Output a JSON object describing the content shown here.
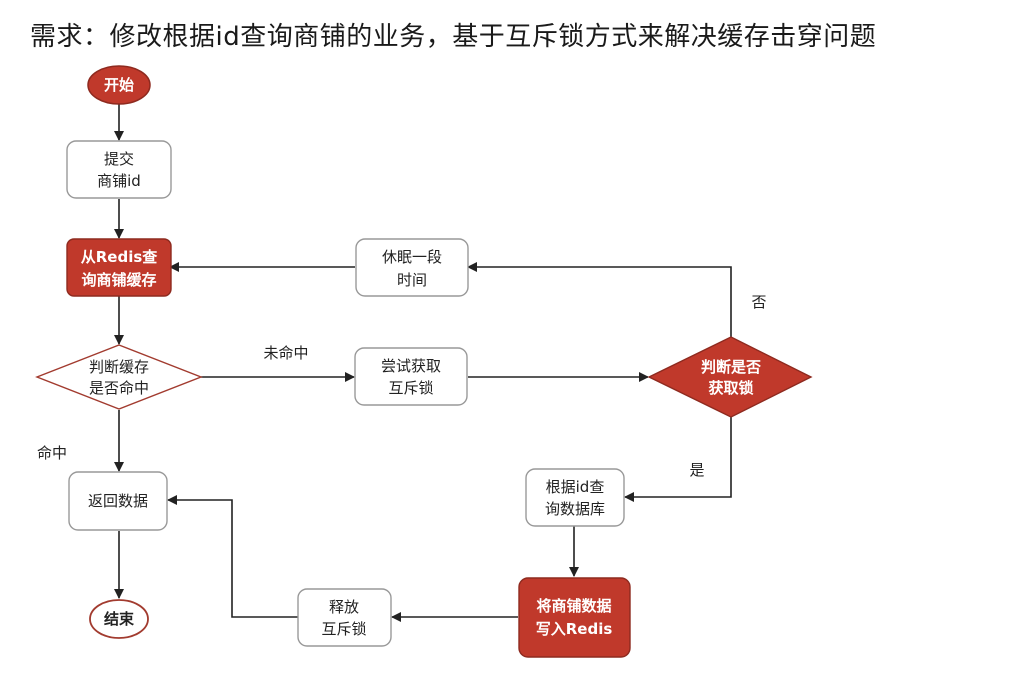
{
  "title": "需求：修改根据id查询商铺的业务，基于互斥锁方式来解决缓存击穿问题",
  "colors": {
    "accent": "#c0392b",
    "accent_border": "#8e2a1f",
    "box_border": "#999999",
    "line": "#222222"
  },
  "nodes": {
    "start": {
      "lines": [
        "开始"
      ]
    },
    "submit": {
      "lines": [
        "提交",
        "商铺id"
      ]
    },
    "query_redis": {
      "lines": [
        "从Redis查",
        "询商铺缓存"
      ]
    },
    "judge_hit": {
      "lines": [
        "判断缓存",
        "是否命中"
      ]
    },
    "try_lock": {
      "lines": [
        "尝试获取",
        "互斥锁"
      ]
    },
    "judge_lock": {
      "lines": [
        "判断是否",
        "获取锁"
      ]
    },
    "sleep": {
      "lines": [
        "休眠一段",
        "时间"
      ]
    },
    "query_db": {
      "lines": [
        "根据id查",
        "询数据库"
      ]
    },
    "write_redis": {
      "lines": [
        "将商铺数据",
        "写入Redis"
      ]
    },
    "release_lock": {
      "lines": [
        "释放",
        "互斥锁"
      ]
    },
    "return_data": {
      "lines": [
        "返回数据"
      ]
    },
    "end": {
      "lines": [
        "结束"
      ]
    }
  },
  "edge_labels": {
    "miss": "未命中",
    "hit": "命中",
    "no": "否",
    "yes": "是"
  }
}
